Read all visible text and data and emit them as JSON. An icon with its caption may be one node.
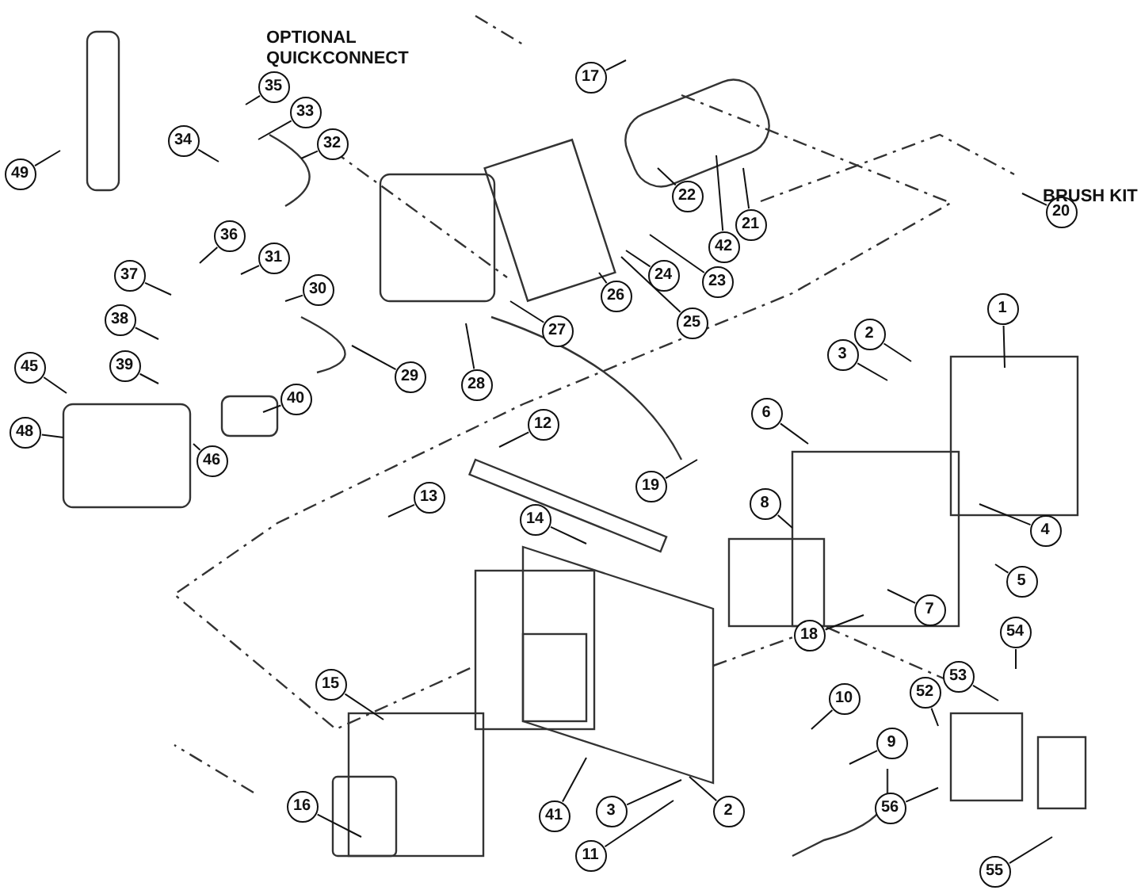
{
  "diagram": {
    "nodes": [
      {
        "text": [
          "17"
        ]
      },
      {
        "text": [
          "35"
        ]
      },
      {
        "text": [
          "33"
        ]
      },
      {
        "text": [
          "34"
        ]
      },
      {
        "text": [
          "32"
        ]
      },
      {
        "text": [
          "49"
        ]
      },
      {
        "text": [
          "22"
        ]
      },
      {
        "text": [
          "20"
        ]
      },
      {
        "text": [
          "21"
        ]
      },
      {
        "text": [
          "36"
        ]
      },
      {
        "text": [
          "42"
        ]
      },
      {
        "text": [
          "31"
        ]
      },
      {
        "text": [
          "37"
        ]
      },
      {
        "text": [
          "24"
        ]
      },
      {
        "text": [
          "23"
        ]
      },
      {
        "text": [
          "30"
        ]
      },
      {
        "text": [
          "26"
        ]
      },
      {
        "text": [
          "1"
        ]
      },
      {
        "text": [
          "38"
        ]
      },
      {
        "text": [
          "25"
        ]
      },
      {
        "text": [
          "27"
        ]
      },
      {
        "text": [
          "2"
        ]
      },
      {
        "text": [
          "3"
        ]
      },
      {
        "text": [
          "39"
        ]
      },
      {
        "text": [
          "45"
        ]
      },
      {
        "text": [
          "29"
        ]
      },
      {
        "text": [
          "28"
        ]
      },
      {
        "text": [
          "40"
        ]
      },
      {
        "text": [
          "6"
        ]
      },
      {
        "text": [
          "12"
        ]
      },
      {
        "text": [
          "48"
        ]
      },
      {
        "text": [
          "46"
        ]
      },
      {
        "text": [
          "19"
        ]
      },
      {
        "text": [
          "13"
        ]
      },
      {
        "text": [
          "8"
        ]
      },
      {
        "text": [
          "14"
        ]
      },
      {
        "text": [
          "4"
        ]
      },
      {
        "text": [
          "5"
        ]
      },
      {
        "text": [
          "7"
        ]
      },
      {
        "text": [
          "18"
        ]
      },
      {
        "text": [
          "54"
        ]
      },
      {
        "text": [
          "53"
        ]
      },
      {
        "text": [
          "15"
        ]
      },
      {
        "text": [
          "52"
        ]
      },
      {
        "text": [
          "10"
        ]
      },
      {
        "text": [
          "9"
        ]
      },
      {
        "text": [
          "16"
        ]
      },
      {
        "text": [
          "56"
        ]
      },
      {
        "text": [
          "2"
        ]
      },
      {
        "text": [
          "41"
        ]
      },
      {
        "text": [
          "3"
        ]
      },
      {
        "text": [
          "11"
        ]
      },
      {
        "text": [
          "55"
        ]
      }
    ],
    "edges": [
      {
        "from": 0,
        "to": null,
        "arrow": "none"
      },
      {
        "from": 1,
        "to": null,
        "arrow": "none"
      },
      {
        "from": 2,
        "to": null,
        "arrow": "none"
      },
      {
        "from": 3,
        "to": null,
        "arrow": "none"
      },
      {
        "from": 4,
        "to": null,
        "arrow": "none"
      },
      {
        "from": 5,
        "to": null,
        "arrow": "none"
      },
      {
        "from": 6,
        "to": null,
        "arrow": "none"
      },
      {
        "from": 7,
        "to": null,
        "arrow": "none"
      },
      {
        "from": 8,
        "to": null,
        "arrow": "none"
      },
      {
        "from": 9,
        "to": null,
        "arrow": "none"
      },
      {
        "from": 10,
        "to": null,
        "arrow": "none"
      },
      {
        "from": 11,
        "to": null,
        "arrow": "none"
      },
      {
        "from": 12,
        "to": null,
        "arrow": "none"
      },
      {
        "from": 13,
        "to": null,
        "arrow": "none"
      },
      {
        "from": 14,
        "to": null,
        "arrow": "none"
      },
      {
        "from": 15,
        "to": null,
        "arrow": "none"
      },
      {
        "from": 16,
        "to": null,
        "arrow": "none"
      },
      {
        "from": 17,
        "to": null,
        "arrow": "none"
      },
      {
        "from": 18,
        "to": null,
        "arrow": "none"
      },
      {
        "from": 19,
        "to": null,
        "arrow": "none"
      },
      {
        "from": 20,
        "to": null,
        "arrow": "none"
      },
      {
        "from": 21,
        "to": null,
        "arrow": "none"
      },
      {
        "from": 22,
        "to": null,
        "arrow": "none"
      },
      {
        "from": 23,
        "to": null,
        "arrow": "none"
      },
      {
        "from": 24,
        "to": null,
        "arrow": "none"
      },
      {
        "from": 25,
        "to": null,
        "arrow": "none"
      },
      {
        "from": 26,
        "to": null,
        "arrow": "none"
      },
      {
        "from": 27,
        "to": null,
        "arrow": "none"
      },
      {
        "from": 28,
        "to": null,
        "arrow": "none"
      },
      {
        "from": 29,
        "to": null,
        "arrow": "none"
      },
      {
        "from": 30,
        "to": null,
        "arrow": "none"
      },
      {
        "from": 31,
        "to": null,
        "arrow": "none"
      },
      {
        "from": 32,
        "to": null,
        "arrow": "none"
      },
      {
        "from": 33,
        "to": null,
        "arrow": "none"
      },
      {
        "from": 34,
        "to": null,
        "arrow": "none"
      },
      {
        "from": 35,
        "to": null,
        "arrow": "none"
      },
      {
        "from": 36,
        "to": null,
        "arrow": "none"
      },
      {
        "from": 37,
        "to": null,
        "arrow": "none"
      },
      {
        "from": 38,
        "to": null,
        "arrow": "none"
      },
      {
        "from": 39,
        "to": null,
        "arrow": "none"
      },
      {
        "from": 40,
        "to": null,
        "arrow": "none"
      },
      {
        "from": 41,
        "to": null,
        "arrow": "none"
      },
      {
        "from": 42,
        "to": null,
        "arrow": "none"
      },
      {
        "from": 43,
        "to": null,
        "arrow": "none"
      },
      {
        "from": 44,
        "to": null,
        "arrow": "none"
      },
      {
        "from": 45,
        "to": null,
        "arrow": "none"
      },
      {
        "from": 46,
        "to": null,
        "arrow": "none"
      },
      {
        "from": 47,
        "to": null,
        "arrow": "none"
      },
      {
        "from": 48,
        "to": null,
        "arrow": "none"
      },
      {
        "from": 49,
        "to": null,
        "arrow": "none"
      },
      {
        "from": 50,
        "to": null,
        "arrow": "none"
      },
      {
        "from": 51,
        "to": null,
        "arrow": "none"
      },
      {
        "from": 52,
        "to": null,
        "arrow": "none"
      }
    ],
    "labels": [
      "OPTIONAL QUICKCONNECT",
      "BRUSH KIT"
    ]
  }
}
